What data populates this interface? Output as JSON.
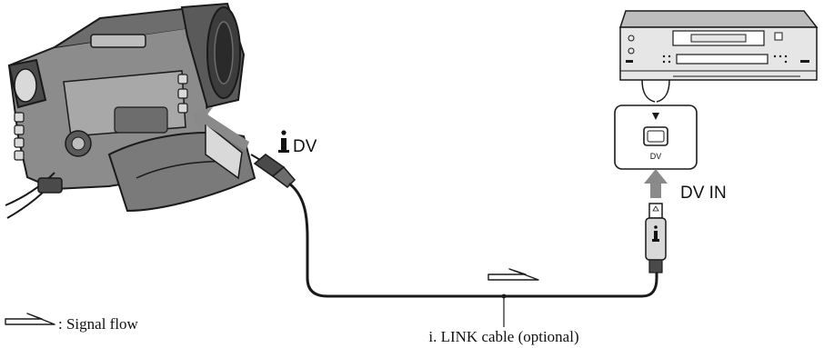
{
  "labels": {
    "dv_port": "DV",
    "dv_in": "DV IN",
    "dv_small": "DV",
    "cable": "i. LINK cable (optional)",
    "legend": ": Signal flow"
  },
  "icons": {
    "ilink": "ilink-logo-icon",
    "signal_flow": "hollow-arrow-icon",
    "input_arrow": "gray-up-arrow-icon"
  },
  "colors": {
    "ink": "#1a1a1a",
    "arrow_gray": "#8a8a8a",
    "device_shade": "#d9d9d9",
    "camera_dark": "#4a4a4a"
  }
}
